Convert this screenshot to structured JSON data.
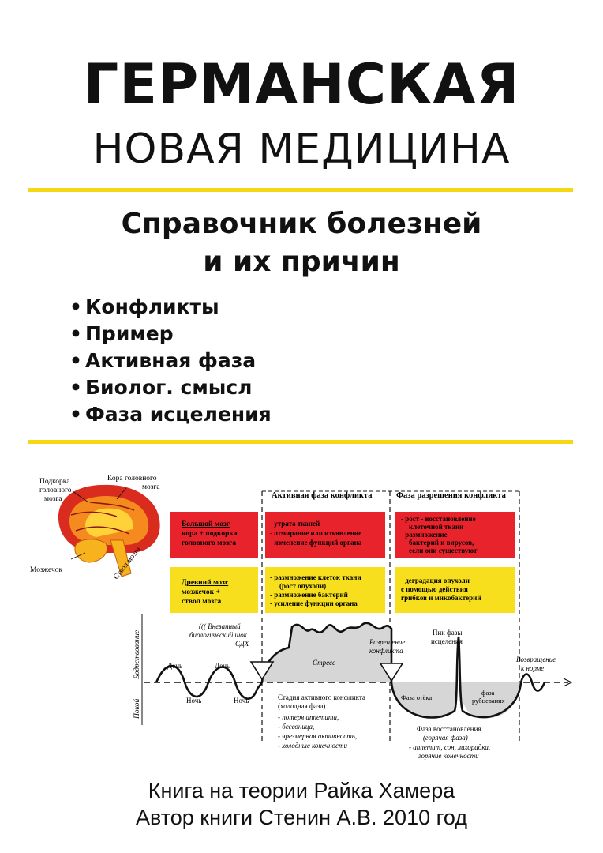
{
  "cover": {
    "title_line1": "ГЕРМАНСКАЯ",
    "title_line2": "НОВАЯ МЕДИЦИНА",
    "subtitle_line1": "Справочник болезней",
    "subtitle_line2": "и их причин",
    "bullets": [
      "Конфликты",
      "Пример",
      "Активная фаза",
      "Биолог. смысл",
      "Фаза исцеления"
    ],
    "footer_line1": "Книга на теории Райка Хамера",
    "footer_line2": "Автор книги Стенин А.В. 2010 год",
    "accent_color": "#f5d714"
  },
  "diagram": {
    "brain_labels": {
      "subcortex": [
        "Подкорка",
        "головного",
        "мозга"
      ],
      "cortex": [
        "Кора головного",
        "мозга"
      ],
      "cerebellum": "Мозжечок",
      "brainstem": "Ствол мозга"
    },
    "col_active": "Активная фаза конфликта",
    "col_resolution": "Фаза разрешения конфликта",
    "big_brain": {
      "title": "Большой мозг",
      "lines": [
        "кора + подкорка",
        "головного мозга"
      ]
    },
    "old_brain": {
      "title": "Древний мозг",
      "lines": [
        "мозжечок +",
        "ствол мозга"
      ]
    },
    "red_active": [
      "- утрата тканей",
      "- отмирание или изъявление",
      "- изменение функций органа"
    ],
    "red_resolution": [
      "- рост - восстановление",
      "клеточной ткани",
      "- размножение",
      "бактерий и вирусов,",
      "если они существуют"
    ],
    "yellow_active": [
      "- размножение клеток ткани",
      "(рост опухоли)",
      "- размножение бактерий",
      "- усиление функции органа"
    ],
    "yellow_resolution": [
      "- деградация опухоли",
      "с помощью действия",
      "грибков и микобактерий"
    ],
    "axis_wake": "Бодрствование",
    "axis_rest": "Покой",
    "day1": "День",
    "day2": "День",
    "night1": "Ночь",
    "night2": "Ночь",
    "shock": [
      "((( Внезапный",
      "биологический шок",
      "СДХ"
    ],
    "stress": "Стресс",
    "resolution_point": [
      "Разрешение",
      "конфликта"
    ],
    "peak": [
      "Пик фазы",
      "исцеления"
    ],
    "return_norm": [
      "Возвращение",
      "к норме"
    ],
    "edema_phase": "Фаза отёка",
    "scar_phase": [
      "фаза",
      "рубцевания"
    ],
    "active_stage": [
      "Стадия активного конфликта",
      "(холодная фаза)"
    ],
    "active_symptoms": [
      "- потеря аппетита,",
      "- бессоница,",
      "- чрезмерная активность,",
      "- холодные конечности"
    ],
    "recovery_stage": [
      "Фаза восстановления",
      "(горячая фаза)"
    ],
    "recovery_symptoms": [
      "- аппетит, сон, лихорадка,",
      "горячие конечности"
    ],
    "red_color": "#e8232b",
    "yellow_color": "#f7df1e"
  }
}
